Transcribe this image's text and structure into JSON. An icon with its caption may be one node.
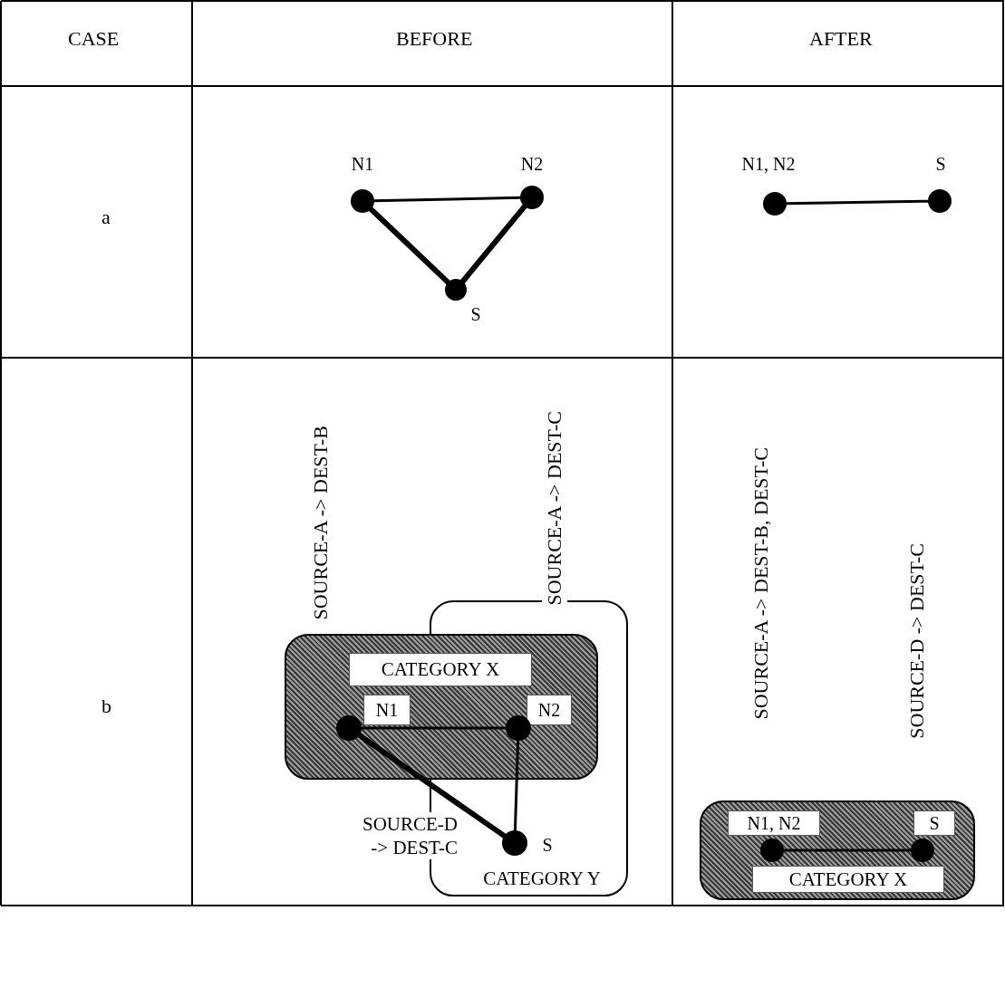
{
  "diagram": {
    "nodes": [
      {
        "text": [
          "N1"
        ]
      },
      {
        "text": [
          "N2"
        ]
      },
      {
        "text": [
          "S"
        ]
      },
      {
        "text": [
          "N1, N2"
        ]
      },
      {
        "text": [
          "S"
        ]
      },
      {
        "text": [
          "CATEGORY X"
        ]
      },
      {
        "text": [
          "CATEGORY Y"
        ]
      },
      {
        "text": [
          "N1"
        ],
        "in": 5
      },
      {
        "text": [
          "N2"
        ]
      },
      {
        "text": [
          "S"
        ],
        "in": 6
      },
      {
        "text": [
          "CATEGORY X"
        ]
      },
      {
        "text": [
          "N1, N2"
        ],
        "in": 10
      },
      {
        "text": [
          "S"
        ],
        "in": 10
      }
    ],
    "edges": [
      {
        "from": 0,
        "to": 1,
        "arrow": "none"
      },
      {
        "from": 0,
        "to": 2,
        "arrow": "none",
        "style": "thick"
      },
      {
        "from": 1,
        "to": 2,
        "arrow": "none",
        "style": "thick"
      },
      {
        "from": 3,
        "to": 4,
        "arrow": "none"
      },
      {
        "from": 7,
        "to": 8,
        "arrow": "none"
      },
      {
        "from": 7,
        "to": 9,
        "arrow": "none",
        "style": "thick"
      },
      {
        "from": 8,
        "to": 9,
        "arrow": "none"
      },
      {
        "from": 11,
        "to": 12,
        "arrow": "none"
      }
    ],
    "labels": [
      "CASE",
      "BEFORE",
      "AFTER",
      "a",
      "b",
      "SOURCE-A -> DEST-B",
      "SOURCE-A -> DEST-C",
      "SOURCE-D -> DEST-C",
      "SOURCE-A -> DEST-B, DEST-C",
      "SOURCE-D -> DEST-C"
    ]
  }
}
